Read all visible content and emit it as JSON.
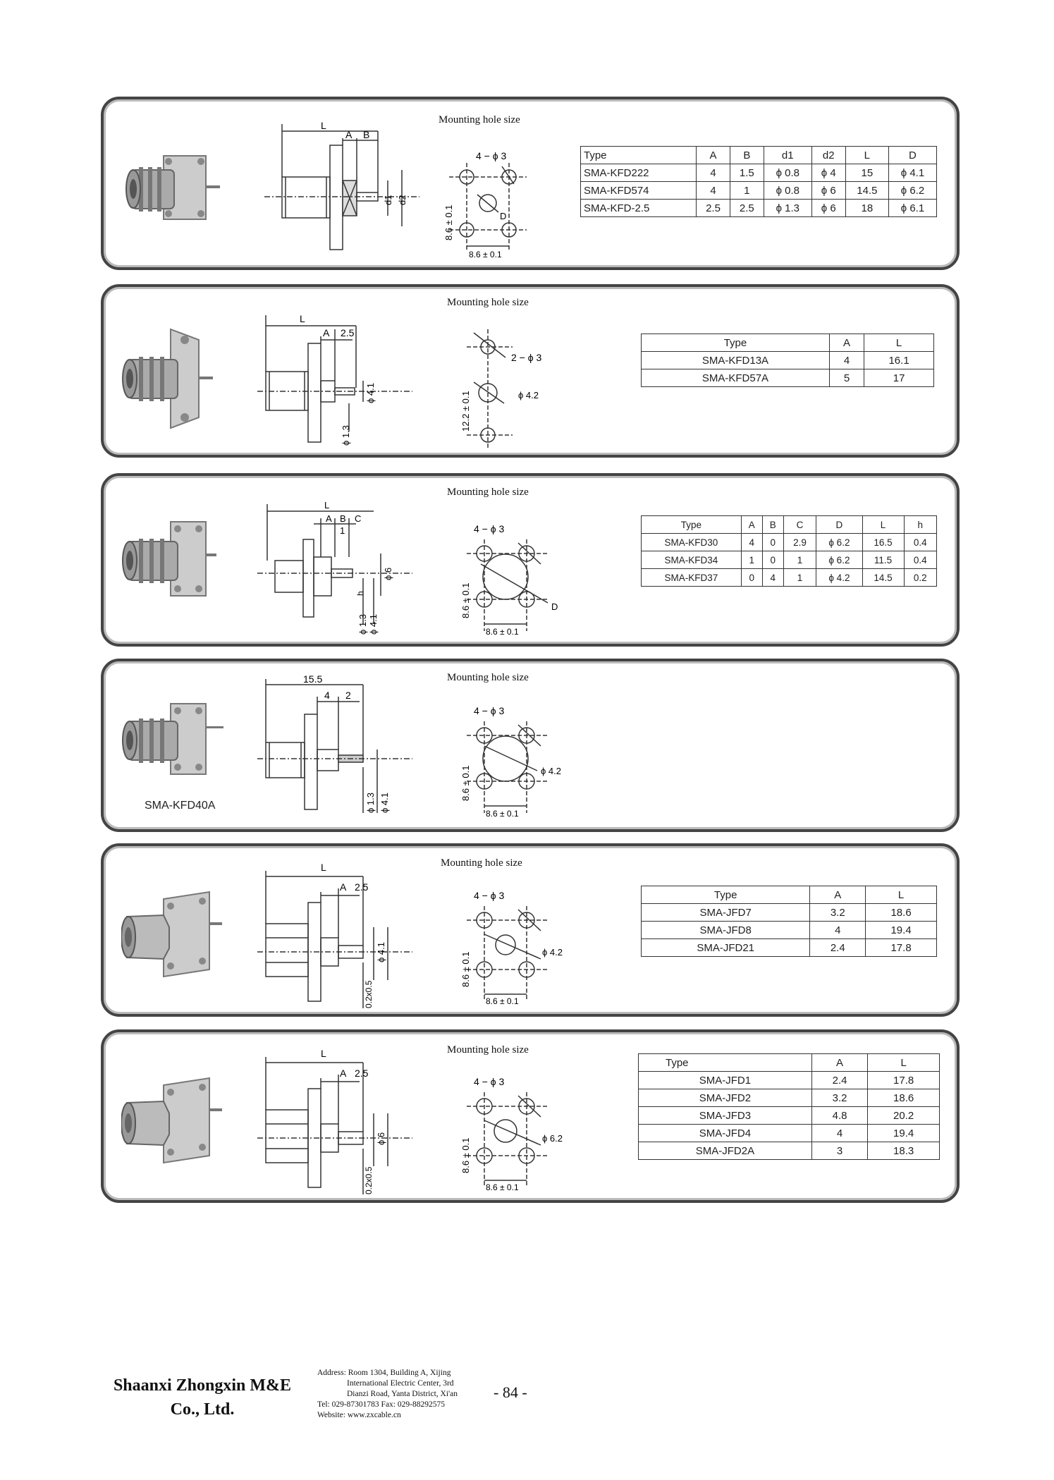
{
  "mounting_hole_label": "Mounting hole size",
  "sections": [
    {
      "drawing_labels": [
        "L",
        "A",
        "B",
        "d1",
        "d2"
      ],
      "hole_labels": {
        "holes": "4 − ϕ 3",
        "height": "8.6 ± 0.1",
        "width": "8.6 ± 0.1",
        "center": "D"
      },
      "table": {
        "headers": [
          "Type",
          "A",
          "B",
          "d1",
          "d2",
          "L",
          "D"
        ],
        "rows": [
          [
            "SMA-KFD222",
            "4",
            "1.5",
            "ϕ 0.8",
            "ϕ 4",
            "15",
            "ϕ 4.1"
          ],
          [
            "SMA-KFD574",
            "4",
            "1",
            "ϕ 0.8",
            "ϕ 6",
            "14.5",
            "ϕ 6.2"
          ],
          [
            "SMA-KFD-2.5",
            "2.5",
            "2.5",
            "ϕ 1.3",
            "ϕ 6",
            "18",
            "ϕ 6.1"
          ]
        ]
      }
    },
    {
      "drawing_labels": [
        "L",
        "A",
        "2.5",
        "ϕ 4.1",
        "ϕ 1.3"
      ],
      "hole_labels": {
        "holes": "2 − ϕ 3",
        "height": "12.2 ± 0.1",
        "center": "ϕ 4.2"
      },
      "table": {
        "headers": [
          "Type",
          "A",
          "L"
        ],
        "rows": [
          [
            "SMA-KFD13A",
            "4",
            "16.1"
          ],
          [
            "SMA-KFD57A",
            "5",
            "17"
          ]
        ]
      }
    },
    {
      "drawing_labels": [
        "L",
        "A",
        "B",
        "C",
        "1",
        "h",
        "ϕ 6",
        "ϕ 1.3",
        "ϕ 4.1"
      ],
      "hole_labels": {
        "holes": "4 − ϕ 3",
        "height": "8.6 ± 0.1",
        "width": "8.6 ± 0.1",
        "center": "D"
      },
      "table": {
        "headers": [
          "Type",
          "A",
          "B",
          "C",
          "D",
          "L",
          "h"
        ],
        "rows": [
          [
            "SMA-KFD30",
            "4",
            "0",
            "2.9",
            "ϕ 6.2",
            "16.5",
            "0.4"
          ],
          [
            "SMA-KFD34",
            "1",
            "0",
            "1",
            "ϕ 6.2",
            "11.5",
            "0.4"
          ],
          [
            "SMA-KFD37",
            "0",
            "4",
            "1",
            "ϕ 4.2",
            "14.5",
            "0.2"
          ]
        ]
      }
    },
    {
      "drawing_labels": [
        "15.5",
        "4",
        "2",
        "ϕ 1.3",
        "ϕ 4.1"
      ],
      "hole_labels": {
        "holes": "4 − ϕ 3",
        "height": "8.6 ± 0.1",
        "width": "8.6 ± 0.1",
        "center": "ϕ 4.2"
      },
      "model_caption": "SMA-KFD40A"
    },
    {
      "drawing_labels": [
        "L",
        "A",
        "2.5",
        "ϕ 4.1",
        "0.2x0.5"
      ],
      "hole_labels": {
        "holes": "4 − ϕ 3",
        "height": "8.6 ± 0.1",
        "width": "8.6 ± 0.1",
        "center": "ϕ 4.2"
      },
      "table": {
        "headers": [
          "Type",
          "A",
          "L"
        ],
        "rows": [
          [
            "SMA-JFD7",
            "3.2",
            "18.6"
          ],
          [
            "SMA-JFD8",
            "4",
            "19.4"
          ],
          [
            "SMA-JFD21",
            "2.4",
            "17.8"
          ]
        ]
      }
    },
    {
      "drawing_labels": [
        "L",
        "A",
        "2.5",
        "ϕ 6",
        "0.2x0.5"
      ],
      "hole_labels": {
        "holes": "4 − ϕ 3",
        "height": "8.6 ± 0.1",
        "width": "8.6 ± 0.1",
        "center": "ϕ 6.2"
      },
      "table": {
        "headers": [
          "Type",
          "A",
          "L"
        ],
        "rows": [
          [
            "SMA-JFD1",
            "2.4",
            "17.8"
          ],
          [
            "SMA-JFD2",
            "3.2",
            "18.6"
          ],
          [
            "SMA-JFD3",
            "4.8",
            "20.2"
          ],
          [
            "SMA-JFD4",
            "4",
            "19.4"
          ],
          [
            "SMA-JFD2A",
            "3",
            "18.3"
          ]
        ]
      }
    }
  ],
  "footer": {
    "company_line1": "Shaanxi Zhongxin M&E",
    "company_line2": "Co., Ltd.",
    "address_lines": [
      "Address: Room 1304, Building A, Xijing",
      "International Electric Center, 3rd",
      "Dianzi Road, Yanta District, Xi'an",
      "Tel: 029-87301783    Fax: 029-88292575",
      "Website: www.zxcable.cn"
    ],
    "page_number": "- 84 -"
  }
}
